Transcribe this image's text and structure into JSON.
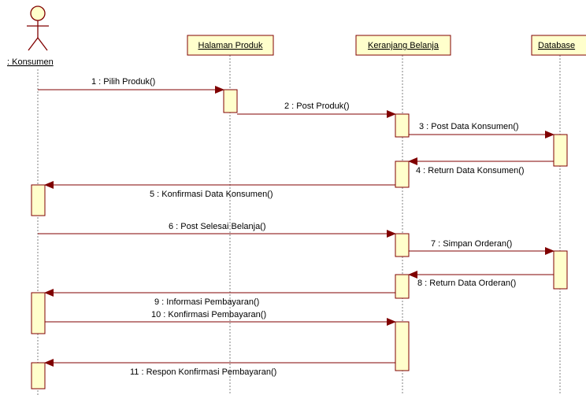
{
  "colors": {
    "box_fill": "#ffffcc",
    "box_stroke": "#800000",
    "arrow": "#800000",
    "lifeline": "#808080",
    "text": "#000000"
  },
  "actor": {
    "name": ": Konsumen",
    "icon": "stick-figure-actor-icon"
  },
  "objects": [
    {
      "key": "halaman-produk",
      "name": "Halaman Produk"
    },
    {
      "key": "keranjang-belanja",
      "name": "Keranjang Belanja"
    },
    {
      "key": "database",
      "name": "Database"
    }
  ],
  "messages": [
    {
      "from": "konsumen",
      "to": "halaman-produk",
      "label": "1 : Pilih Produk()"
    },
    {
      "from": "halaman-produk",
      "to": "keranjang-belanja",
      "label": "2 : Post Produk()"
    },
    {
      "from": "keranjang-belanja",
      "to": "database",
      "label": "3 : Post Data Konsumen()"
    },
    {
      "from": "database",
      "to": "keranjang-belanja",
      "label": "4 : Return Data Konsumen()"
    },
    {
      "from": "keranjang-belanja",
      "to": "konsumen",
      "label": "5 : Konfirmasi Data Konsumen()"
    },
    {
      "from": "konsumen",
      "to": "keranjang-belanja",
      "label": "6 : Post Selesai Belanja()"
    },
    {
      "from": "keranjang-belanja",
      "to": "database",
      "label": "7 : Simpan Orderan()"
    },
    {
      "from": "database",
      "to": "keranjang-belanja",
      "label": "8 : Return Data Orderan()"
    },
    {
      "from": "keranjang-belanja",
      "to": "konsumen",
      "label": "9 : Informasi Pembayaran()"
    },
    {
      "from": "konsumen",
      "to": "keranjang-belanja",
      "label": "10 : Konfirmasi Pembayaran()"
    },
    {
      "from": "keranjang-belanja",
      "to": "konsumen",
      "label": "11 : Respon Konfirmasi Pembayaran()"
    }
  ]
}
